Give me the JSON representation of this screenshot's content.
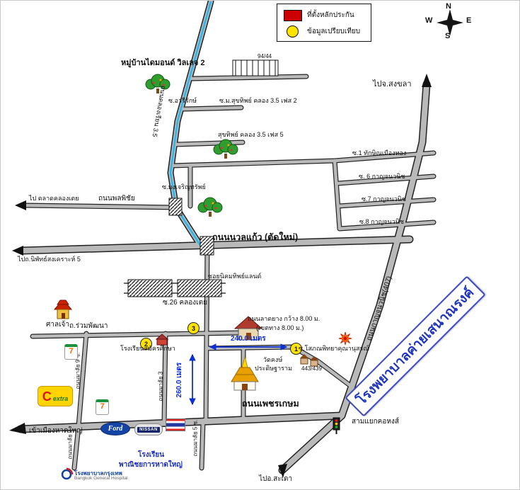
{
  "legend": {
    "red_label": "ที่ตั้งหลักประกัน",
    "yellow_label": "ข้อมูลเปรียบเทียบ"
  },
  "compass": {
    "n": "N",
    "w": "W",
    "e": "E",
    "s": "S"
  },
  "markers": {
    "c1": "1",
    "c2": "2",
    "c3": "3"
  },
  "labels": {
    "village_diamond": "หมู่บ้านไดมอนด์ วิลเลจ 2",
    "house_9444": "94/44",
    "soi_areerak": "ซ.อารีรักษ์",
    "soi_sukthip_phase2": "ซ.ม.สุขทิพย์ คลอง 3.5 เฟส 2",
    "khlong_rian_road": "ถนนคลองเรียน 3.5",
    "sukthip_phase5": "สุขทิพย์ คลอง 3.5 เฟส 5",
    "to_songkhla": "ไปจ.สงขลา",
    "soi1_thaksin": "ซ.1 ทักษิณเมืองทอง",
    "soi6_kanchana": "ซ. 6 กาญจนวนิช",
    "soi7_kanchana": "ซ.7 กาญจนวนิช",
    "soi8_kanchana": "ซ.8 กาญจนวนิช",
    "to_talad_khlongtoei": "ไป ตลาดคลองเตย",
    "phonphichai": "ถนนพลพิชัย",
    "soi_mongcharoensap": "ซ.มงเจริญทรัพย์",
    "nuankaew": "ถนนนวลแก้ว (ตัดใหม่)",
    "to_niphat": "ไปถ.นิพัทธ์สงเคราะห์ 5",
    "soi_niphatland": "ซอยนิคมทิพย์แลนด์",
    "soi26": "ซ.26 คลองเตย",
    "san_chao": "ศาลเจ้า",
    "ruam_phatthana": "ถ.ร่วมพัฒนา",
    "school_samak": "โรงเรียนสมัครศึกษา",
    "latyang_1": "ถนนลาดยาง กว้าง 8.00 ม.",
    "latyang_2": "(เขตทาง 8.00 ม.)",
    "m240": "240.0 เมตร",
    "soi_sophon": "ซ.โสภณพิทยาคุณานุสรณ์",
    "wat_line1": "วัดคงษ์",
    "wat_line2": "ประดิษฐาราม",
    "house_443": "443/439",
    "m260": "260.0 เมตร",
    "phetkasem": "ถนนเพชรเกษม",
    "samyaek_khohong": "สามแยกคอหงส์",
    "enter_hatyai": "เข้าเมืองหาดใหญ่",
    "school_phanit_1": "โรงเรียน",
    "school_phanit_2": "พาณิชยการหาดใหญ่",
    "to_sadao": "ไปอ.สะเดา",
    "kanchanavanich": "ถนนกาญจนวนิช(407)",
    "hospital_sign": "โรงพยาบาลค่ายเสนาณรงค์",
    "vroad_left": "ถนนมาลัย 9 ซ.",
    "vroad_left2": "ถนนมาลัย 9",
    "vroad_mid": "ถนนมาลัย 3",
    "vroad_mid2": "ถนนมาลัย 5 ซ."
  },
  "brands": {
    "seven": "7",
    "bigc_c": "C",
    "bigc_extra": "extra",
    "ford": "Ford",
    "nissan": "NISSAN",
    "bkk_line1": "โรงพยาบาลกรุงเทพ",
    "bkk_line2": "Bangkok General Hospital"
  },
  "colors": {
    "road_gray": "#b9b9b9",
    "canal_blue": "#29b7f2",
    "collateral_red": "#cc0000",
    "compare_yellow": "#ffe400",
    "measure_blue": "#0b2fd4",
    "hospital_blue": "#1f35c0"
  }
}
